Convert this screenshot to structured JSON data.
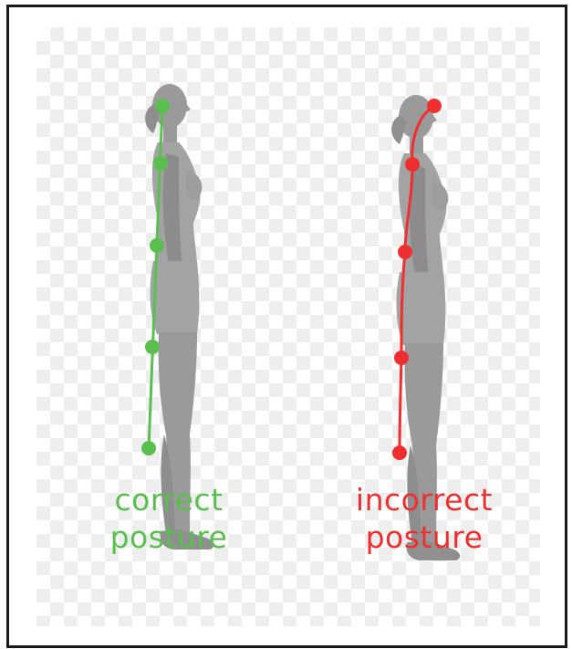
{
  "colors": {
    "correct": "#5bbf4f",
    "incorrect": "#ef2f2f",
    "body": "#9a9a9a",
    "frame": "#1a1a1a"
  },
  "figures": [
    {
      "label_line1": "correct",
      "label_line2": "posture",
      "color": "#5bbf4f"
    },
    {
      "label_line1": "incorrect",
      "label_line2": "posture",
      "color": "#ef2f2f"
    }
  ]
}
